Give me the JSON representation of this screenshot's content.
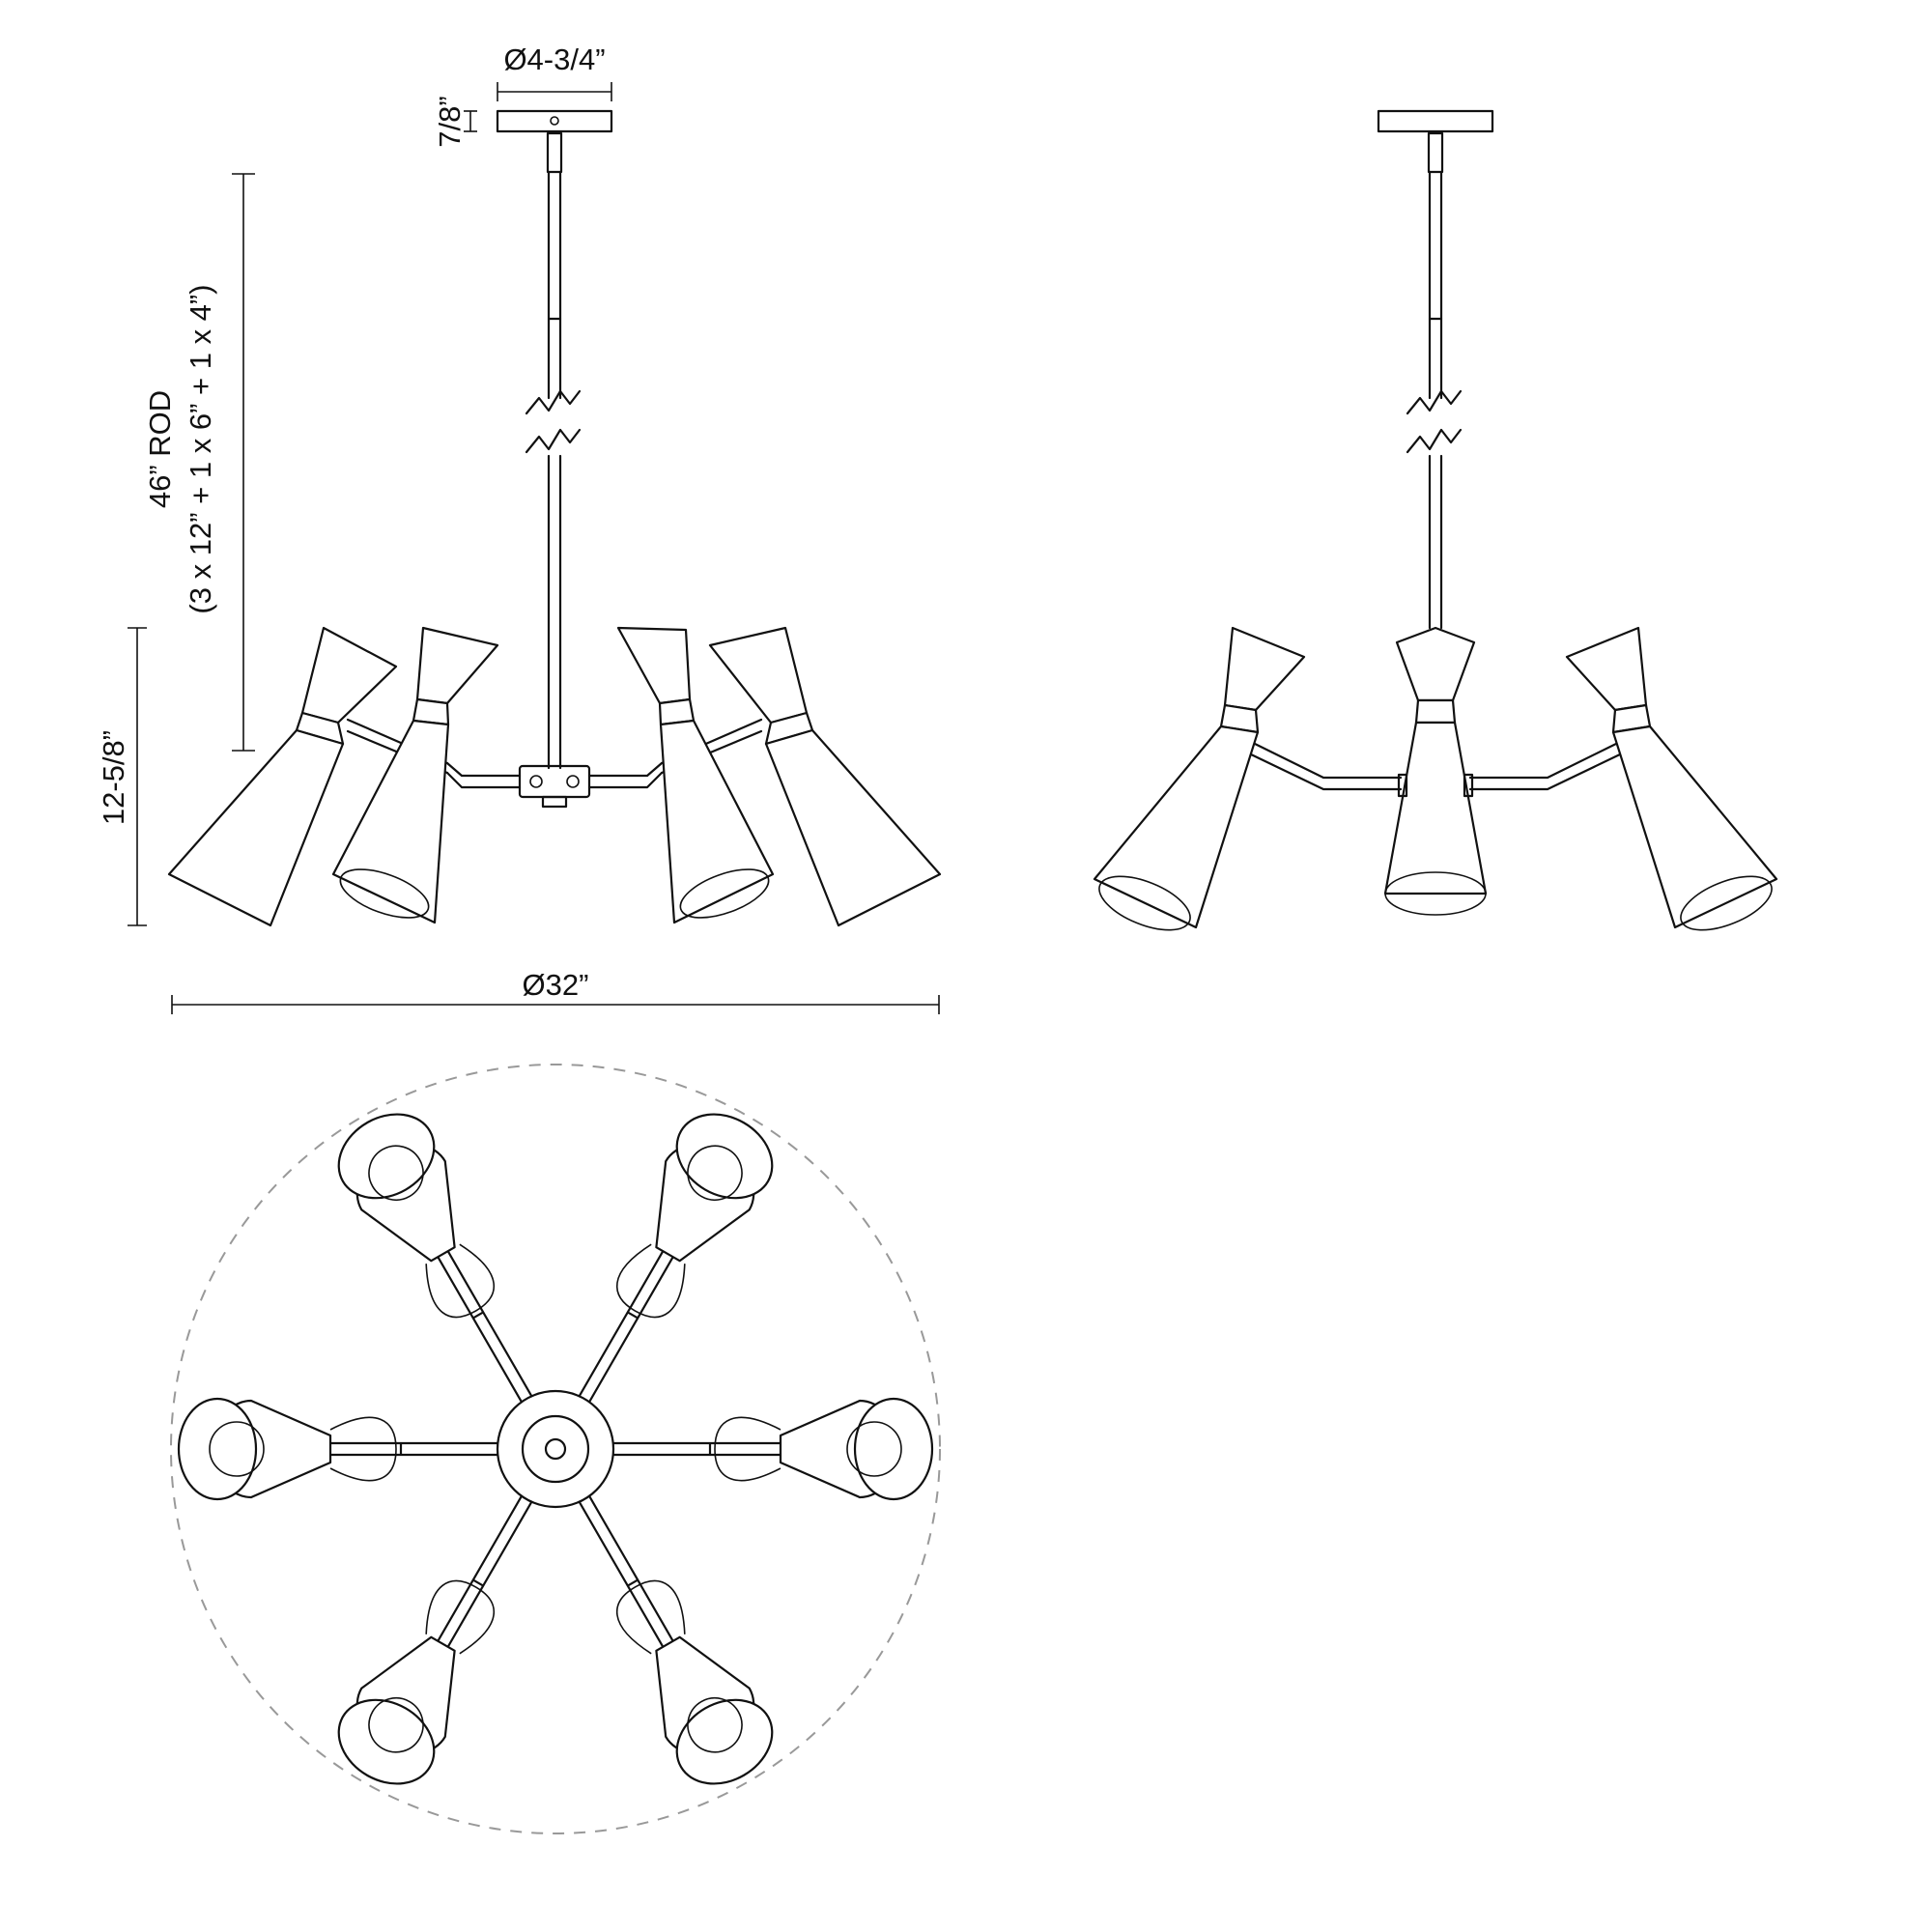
{
  "dimensions": {
    "canopy_diameter": "Ø4-3/4”",
    "canopy_height": "7/8”",
    "rod_length": "46” ROD",
    "rod_breakdown": "(3 x 12” + 1 x 6” + 1 x 4”)",
    "fixture_height": "12-5/8”",
    "overall_diameter": "Ø32”"
  },
  "views": [
    "front-elevation",
    "side-elevation",
    "top-plan"
  ],
  "shade_count": 6,
  "colors": {
    "line": "#111111",
    "circle_dash": "#999999",
    "background": "#ffffff"
  }
}
